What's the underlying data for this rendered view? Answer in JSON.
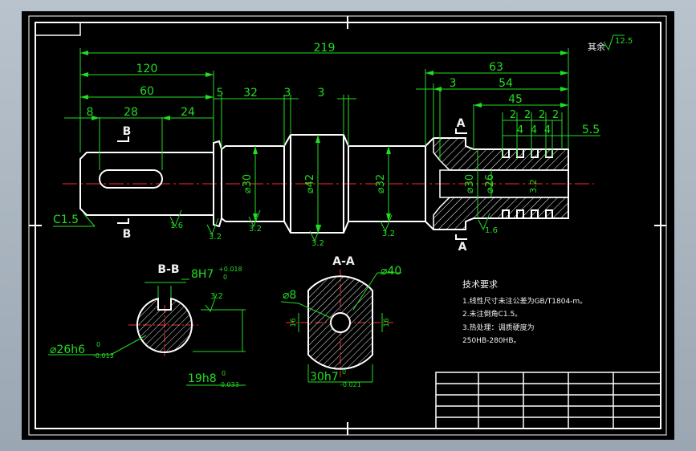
{
  "dimensions": {
    "overall": "219",
    "d120": "120",
    "d60": "60",
    "d8": "8",
    "d28": "28",
    "d24": "24",
    "d5": "5",
    "d32len": "32",
    "d3a": "3",
    "d3b": "3",
    "d63": "63",
    "d3c": "3",
    "d54": "54",
    "d45": "45",
    "d2a": "2",
    "d2b": "2",
    "d2c": "2",
    "d2d": "2",
    "d4a": "4",
    "d4b": "4",
    "d4c": "4",
    "d55": "5.5",
    "dia30": "⌀30",
    "dia42": "⌀42",
    "dia32": "⌀32",
    "dia30b": "⌀30",
    "dia26": "⌀26",
    "thread": "3.2",
    "c15": "C1.5"
  },
  "roughness": {
    "r1": "1.6",
    "r2": "3.2",
    "r3": "3.2",
    "r4": "3.2",
    "r5": "3.2",
    "r6": "1.6",
    "r7": "3.2",
    "rest_label": "其余",
    "rest_value": "12.5"
  },
  "sections": {
    "b_mark": "B",
    "a_mark": "A",
    "b_title": "B-B",
    "a_title": "A-A",
    "fit_8h7": "8H7",
    "fit_8h7_up": "+0.018",
    "fit_8h7_lo": "0",
    "fit_26": "⌀26h6",
    "fit_26_up": "0",
    "fit_26_lo": "-0.013",
    "fit_19": "19h8",
    "fit_19_up": "0",
    "fit_19_lo": "-0.033",
    "dia40": "⌀40",
    "dia8": "⌀8",
    "h16a": "16",
    "h16b": "16",
    "fit_30": "30h7",
    "fit_30_up": "0",
    "fit_30_lo": "-0.021",
    "rough_sec": "3.2"
  },
  "notes": {
    "title": "技术要求",
    "line1": "1.线性尺寸未注公差为GB/T1804-m。",
    "line2": "2.未注倒角C1.5。",
    "line3": "3.热处理：调质硬度为",
    "line4": "250HB-280HB。"
  }
}
